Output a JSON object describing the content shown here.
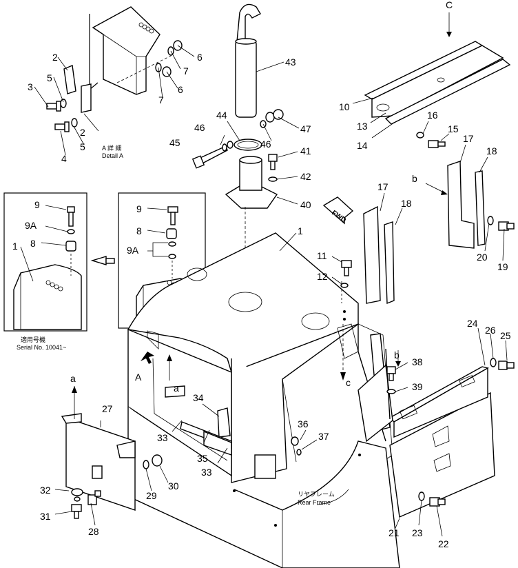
{
  "callouts": {
    "c1": "1",
    "c2a": "2",
    "c2b": "2",
    "c3": "3",
    "c4": "4",
    "c5a": "5",
    "c5b": "5",
    "c6a": "6",
    "c6b": "6",
    "c7a": "7",
    "c7b": "7",
    "c8a": "8",
    "c8b": "8",
    "c9a": "9",
    "c9b": "9",
    "c9Aa": "9A",
    "c9Ab": "9A",
    "c1i": "1",
    "c10": "10",
    "c11": "11",
    "c12": "12",
    "c13": "13",
    "c14": "14",
    "c15": "15",
    "c16": "16",
    "c17a": "17",
    "c17b": "17",
    "c18a": "18",
    "c18b": "18",
    "c19": "19",
    "c20": "20",
    "c21": "21",
    "c22": "22",
    "c23": "23",
    "c24": "24",
    "c25": "25",
    "c26": "26",
    "c27": "27",
    "c28": "28",
    "c29": "29",
    "c30": "30",
    "c31": "31",
    "c32": "32",
    "c33a": "33",
    "c33b": "33",
    "c34": "34",
    "c35": "35",
    "c36": "36",
    "c37": "37",
    "c38": "38",
    "c39": "39",
    "c40": "40",
    "c41": "41",
    "c42": "42",
    "c43": "43",
    "c44": "44",
    "c45": "45",
    "c46a": "46",
    "c46b": "46",
    "c47": "47"
  },
  "view_letters": {
    "C_top": "C",
    "b_right": "b",
    "b_mid": "b",
    "a_left": "a",
    "a_mid": "a",
    "A_body": "A",
    "c_mid": "c"
  },
  "labels": {
    "detail_a_jp": "A 詳 細",
    "detail_a_en": "Detail A",
    "serial_jp": "適用号機",
    "serial_en": "Serial No. 10041~",
    "rear_frame_jp": "リヤフレーム",
    "rear_frame_en": "Rear Frame",
    "fwd": "FWD"
  }
}
